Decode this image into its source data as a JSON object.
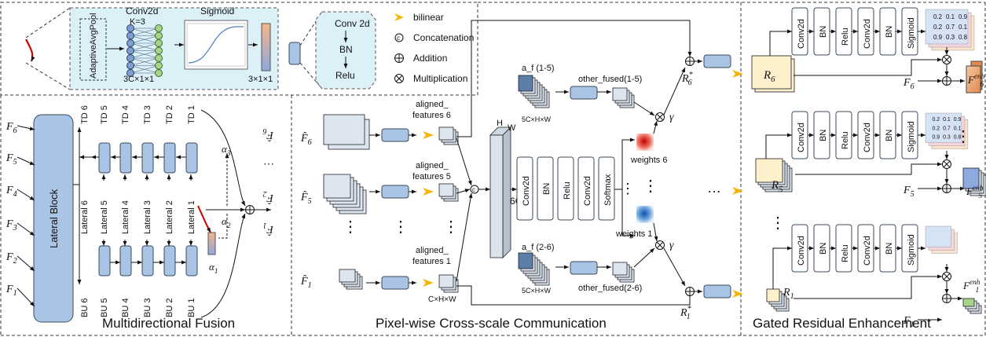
{
  "legend": {
    "bilinear": "bilinear",
    "concatenation": "Concatenation",
    "addition": "Addition",
    "multiplication": "Multiplication",
    "concat_symbol": "c"
  },
  "attention": {
    "pool": "AdaptiveAvgPool",
    "conv": "Conv2d",
    "kernel": "K=3",
    "sigmoid": "Sigmoid",
    "in_dim": "3C×1×1",
    "out_dim": "3×1×1"
  },
  "conv_block": [
    "Conv 2d",
    "BN",
    "Relu"
  ],
  "fusion": {
    "title": "Multidirectional Fusion",
    "lateral_block": "Lateral Block",
    "inputs": [
      "F",
      "F",
      "F",
      "F",
      "F",
      "F"
    ],
    "input_subs": [
      "6",
      "5",
      "4",
      "3",
      "2",
      "1"
    ],
    "td": [
      "TD 6",
      "TD 5",
      "TD 4",
      "TD 3",
      "TD 2",
      "TD 1"
    ],
    "laterals": [
      "Lateral 6",
      "Lateral 5",
      "Lateral 4",
      "Lateral 3",
      "Lateral 2",
      "Lateral 1"
    ],
    "bu": [
      "BU 6",
      "BU 5",
      "BU 4",
      "BU 3",
      "BU 2",
      "BU 1"
    ],
    "alphas": [
      "α",
      "α",
      "α"
    ],
    "alpha_subs": [
      "3",
      "2",
      "1"
    ],
    "outputs": [
      "F̂",
      "F̂",
      "…",
      "F̂"
    ],
    "output_subs": [
      "1",
      "2",
      "",
      "6"
    ]
  },
  "pixel": {
    "title": "Pixel-wise Cross-scale Communication",
    "inputs": [
      "F̂",
      "F̂",
      "F̂"
    ],
    "input_subs": [
      "6",
      "5",
      "1"
    ],
    "aligned": [
      "aligned_",
      "features 6",
      "aligned_",
      "features 5",
      "aligned_",
      "features 1"
    ],
    "dims": "C×H×W",
    "big": [
      "H",
      "W",
      "6C"
    ],
    "seq": [
      "Conv2d",
      "BN",
      "Relu",
      "Conv2d",
      "Softmax"
    ],
    "af_top": "a_f (1-5)",
    "af_bot": "a_f (2-6)",
    "af_dim": "5C×H×W",
    "other_top": "other_fused(1-5)",
    "other_bot": "other_fused(2-6)",
    "weights_top": "weights 6",
    "weights_bot": "weights 1",
    "gamma": "γ",
    "r6": "R",
    "r6_sub": "6",
    "r6_sup": "*",
    "r1": "R",
    "r1_sub": "1",
    "r1_sup": "*",
    "dots": "…"
  },
  "gated": {
    "title": "Gated Residual Enhancement",
    "seq": [
      "Conv2d",
      "BN",
      "Relu",
      "Conv2d",
      "BN",
      "Sigmoid"
    ],
    "r": [
      "R",
      "R",
      "R"
    ],
    "r_subs": [
      "6",
      "5",
      "1"
    ],
    "f": [
      "F",
      "F",
      "F"
    ],
    "f_subs": [
      "6",
      "5",
      "1"
    ],
    "enh": "enh",
    "grid_vals": [
      "0.2",
      "0.1",
      "0.9",
      "0.2",
      "0.7",
      "0.1",
      "0.9",
      "0.3",
      "0.8"
    ]
  },
  "colors": {
    "block": "#a9c4e4",
    "block_stroke": "#3b4a5a",
    "cyan_panel": "#dcf0f7",
    "orange": "#f5b400",
    "red": "#cc0000",
    "r6_fill": "#fdf1cc",
    "enh_fill": "#f5b48a",
    "alpha": "#b8621b"
  }
}
